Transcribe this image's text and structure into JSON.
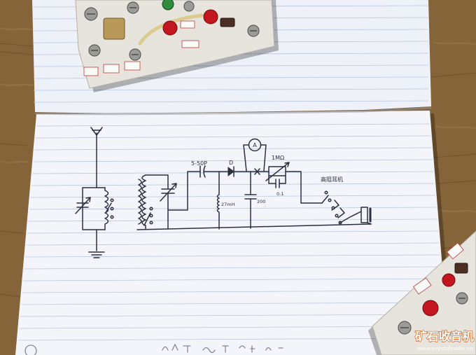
{
  "schematic": {
    "labels": {
      "coupling_capacitor": "5-50P",
      "diode": "D",
      "meter": "A",
      "resistor": "1MΩ",
      "bypass_capacitor": "0.1",
      "inductor": "27mH",
      "filter_capacitor": "200",
      "earphone": "高阻耳机"
    }
  },
  "watermark": {
    "title": "矿石收音机",
    "url": "www.crystalradio.cn"
  },
  "colors": {
    "wood": "#86643a",
    "paper": "#f3f5fa",
    "rule": "#b9c5dd",
    "ink": "#2b2f3f",
    "board": "#e6e4dc",
    "terminal_red": "#c3161f",
    "terminal_green": "#2f8b3c",
    "watermark_orange": "#d8641a"
  }
}
